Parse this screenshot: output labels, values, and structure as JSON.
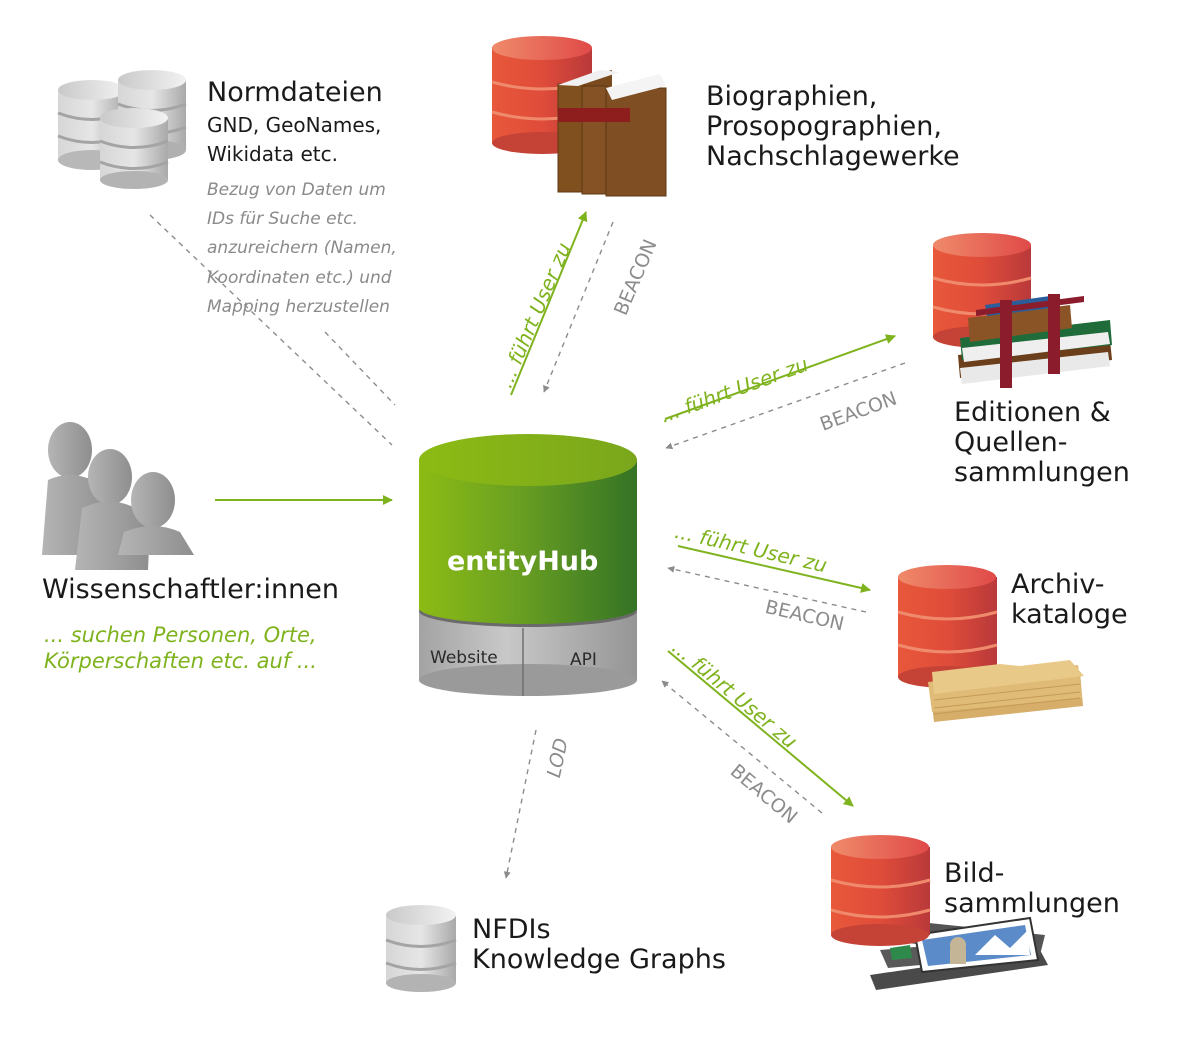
{
  "hub": {
    "title": "entityHub",
    "segments": [
      "Website",
      "API"
    ],
    "colors": {
      "green_light": "#8cbb14",
      "green_dark": "#357325",
      "base_gray": "#b5b5b5"
    }
  },
  "nodes": {
    "normdateien": {
      "title": "Normdateien",
      "subtitle_lines": [
        "GND, GeoNames,",
        "Wikidata etc."
      ],
      "note_lines": [
        "Bezug von Daten um",
        "IDs für Suche etc.",
        "anzureichern (Namen,",
        "Koordinaten etc.) und",
        "Mapping herzustellen"
      ]
    },
    "biographien": {
      "lines": [
        "Biographien,",
        "Prosopographien,",
        "Nachschlagewerke"
      ]
    },
    "editionen": {
      "lines": [
        "Editionen &",
        "Quellen-",
        "sammlungen"
      ]
    },
    "archiv": {
      "lines": [
        "Archiv-",
        "kataloge"
      ]
    },
    "bild": {
      "lines": [
        "Bild-",
        "sammlungen"
      ]
    },
    "nfdi": {
      "lines": [
        "NFDIs",
        "Knowledge Graphs"
      ]
    },
    "users": {
      "title": "Wissenschaftler:innen",
      "note_lines": [
        "... suchen Personen, Orte,",
        "Körperschaften etc. auf ..."
      ]
    }
  },
  "edges": {
    "leads_label": "... führt User zu",
    "beacon_label": "BEACON",
    "lod_label": "LOD"
  },
  "colors": {
    "accent_green": "#7fb31e",
    "dashed_gray": "#8c8c8c",
    "db_red": "#e0523a",
    "db_gray": "#cfcfcf"
  }
}
